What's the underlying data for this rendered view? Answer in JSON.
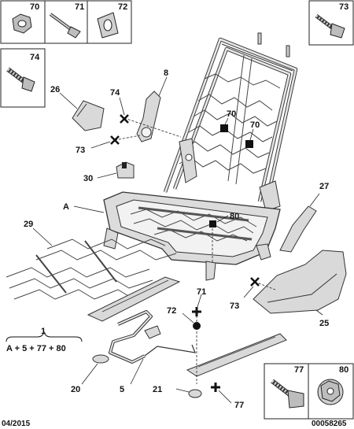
{
  "labels": {
    "n70_box": "70",
    "n71_box": "71",
    "n72_box": "72",
    "n73_box": "73",
    "n74_box": "74",
    "n77_box": "77",
    "n80_box": "80",
    "n8": "8",
    "n26": "26",
    "n74": "74",
    "n73a": "73",
    "n70a": "70",
    "n70b": "70",
    "n30": "30",
    "nA": "A",
    "n80": "80",
    "n27": "27",
    "n29": "29",
    "n71": "71",
    "n72": "72",
    "n73b": "73",
    "n25": "25",
    "n1": "1",
    "formula": "A + 5 + 77 + 80",
    "n20": "20",
    "n5": "5",
    "n21": "21",
    "n77": "77"
  },
  "footer": {
    "date": "04/2015",
    "ref": "00058265"
  },
  "icons": [
    "nut-icon",
    "screw-icon",
    "washer-icon",
    "self-tapping-screw-icon",
    "stud-screw-icon",
    "bolt-icon",
    "flange-nut-icon"
  ]
}
